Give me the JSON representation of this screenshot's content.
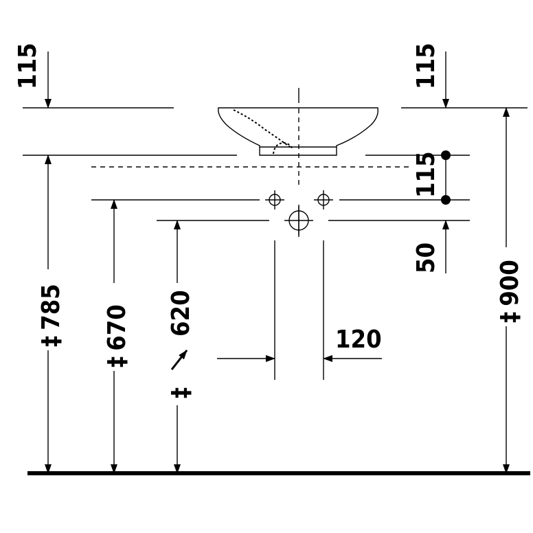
{
  "drawing": {
    "floor_label": "",
    "dimensions": {
      "top_left_115": "115",
      "top_right_115": "115",
      "right_115": "115",
      "right_50": "50",
      "width_120": "120",
      "height_785": "785",
      "height_670": "670",
      "height_620": "620",
      "height_900": "900",
      "approx_symbol": "‡"
    }
  }
}
